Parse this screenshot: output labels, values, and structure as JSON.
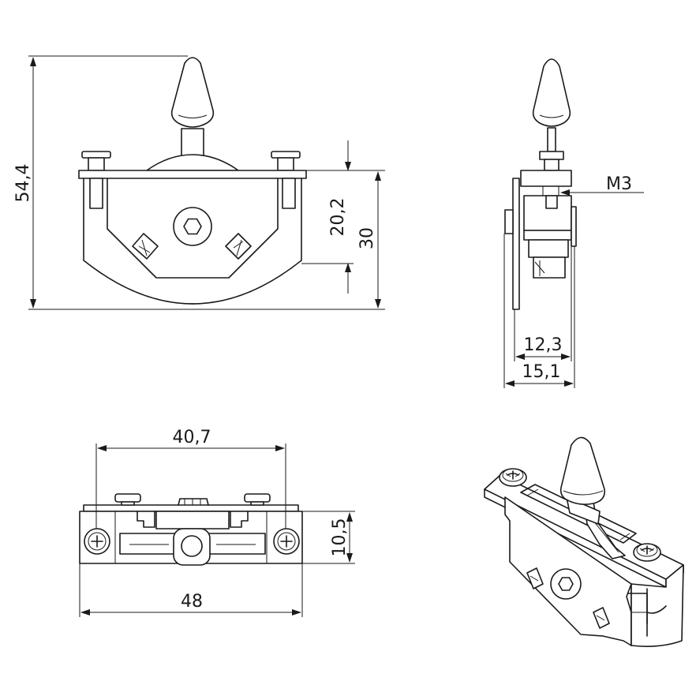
{
  "dimensions": {
    "total_height": "54,4",
    "lever_plate_height": "20,2",
    "body_height": "30",
    "thread": "M3",
    "side_depth_inner": "12,3",
    "side_depth_outer": "15,1",
    "mount_hole_spacing": "40,7",
    "plate_length": "48",
    "bottom_height": "10,5"
  }
}
